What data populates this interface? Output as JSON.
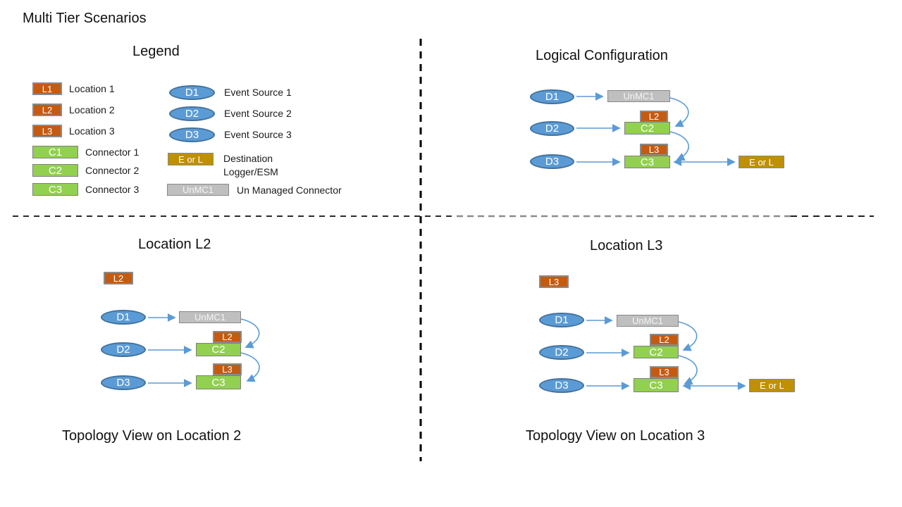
{
  "page_title": "Multi Tier Scenarios",
  "legend": {
    "heading": "Legend",
    "items_locations": [
      {
        "chip": "L1",
        "label": "Location 1"
      },
      {
        "chip": "L2",
        "label": "Location 2"
      },
      {
        "chip": "L3",
        "label": "Location 3"
      }
    ],
    "items_connectors": [
      {
        "chip": "C1",
        "label": "Connector 1"
      },
      {
        "chip": "C2",
        "label": "Connector 2"
      },
      {
        "chip": "C3",
        "label": "Connector 3"
      }
    ],
    "items_sources": [
      {
        "chip": "D1",
        "label": "Event Source 1"
      },
      {
        "chip": "D2",
        "label": "Event Source 2"
      },
      {
        "chip": "D3",
        "label": "Event Source 3"
      }
    ],
    "destination": {
      "chip": "E or L",
      "label_line1": "Destination",
      "label_line2": "Logger/ESM"
    },
    "unmanaged": {
      "chip": "UnMC1",
      "label": "Un Managed Connector"
    }
  },
  "nodes": {
    "d1": "D1",
    "d2": "D2",
    "d3": "D3",
    "unmc1": "UnMC1",
    "l2": "L2",
    "l3": "L3",
    "c2": "C2",
    "c3": "C3",
    "eorl": "E or L"
  },
  "quadrants": {
    "logical": {
      "heading": "Logical Configuration"
    },
    "location_l2": {
      "heading": "Location L2",
      "tag": "L2",
      "caption": "Topology View on Location 2"
    },
    "location_l3": {
      "heading": "Location L3",
      "tag": "L3",
      "caption": "Topology View on Location 3"
    }
  },
  "colors": {
    "location_fill": "#C55A11",
    "connector_fill": "#92D050",
    "source_fill": "#5B9BD5",
    "source_border": "#41719C",
    "destination_fill": "#BF9000",
    "unmanaged_fill": "#BFBFBF",
    "arrow": "#5B9BD5"
  }
}
